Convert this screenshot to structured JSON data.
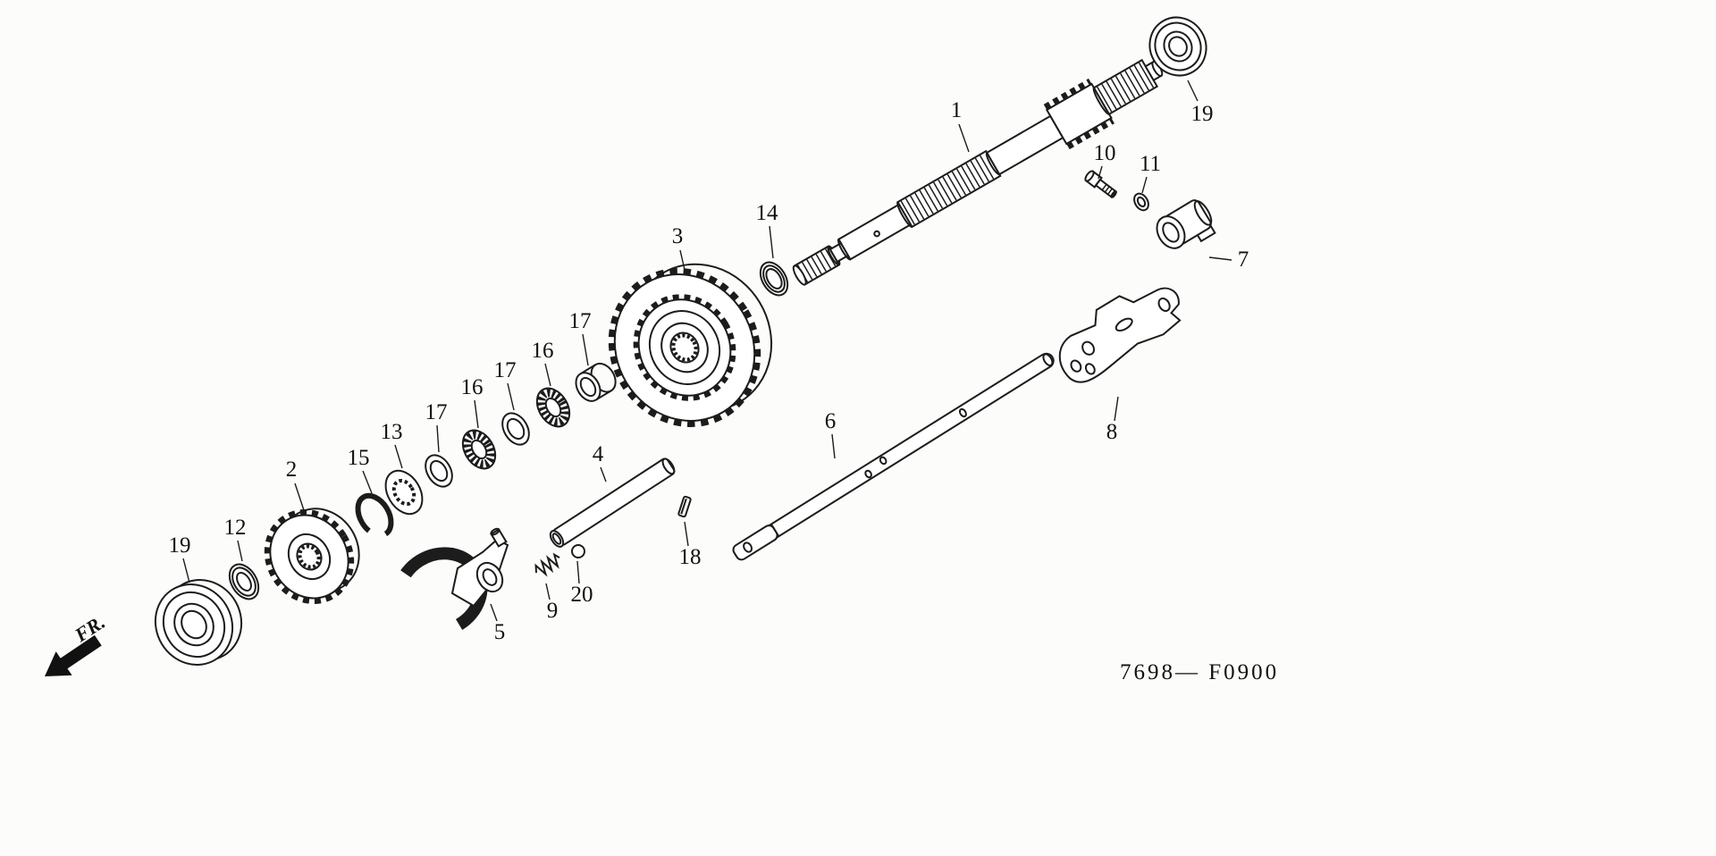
{
  "meta": {
    "diagram_code": "7698— F0900",
    "direction_label": "FR."
  },
  "callouts": [
    {
      "label": "1"
    },
    {
      "label": "19"
    },
    {
      "label": "10"
    },
    {
      "label": "11"
    },
    {
      "label": "7"
    },
    {
      "label": "14"
    },
    {
      "label": "3"
    },
    {
      "label": "17"
    },
    {
      "label": "16"
    },
    {
      "label": "17"
    },
    {
      "label": "16"
    },
    {
      "label": "17"
    },
    {
      "label": "13"
    },
    {
      "label": "15"
    },
    {
      "label": "2"
    },
    {
      "label": "12"
    },
    {
      "label": "19"
    },
    {
      "label": "6"
    },
    {
      "label": "4"
    },
    {
      "label": "18"
    },
    {
      "label": "8"
    },
    {
      "label": "5"
    },
    {
      "label": "9"
    },
    {
      "label": "20"
    }
  ]
}
